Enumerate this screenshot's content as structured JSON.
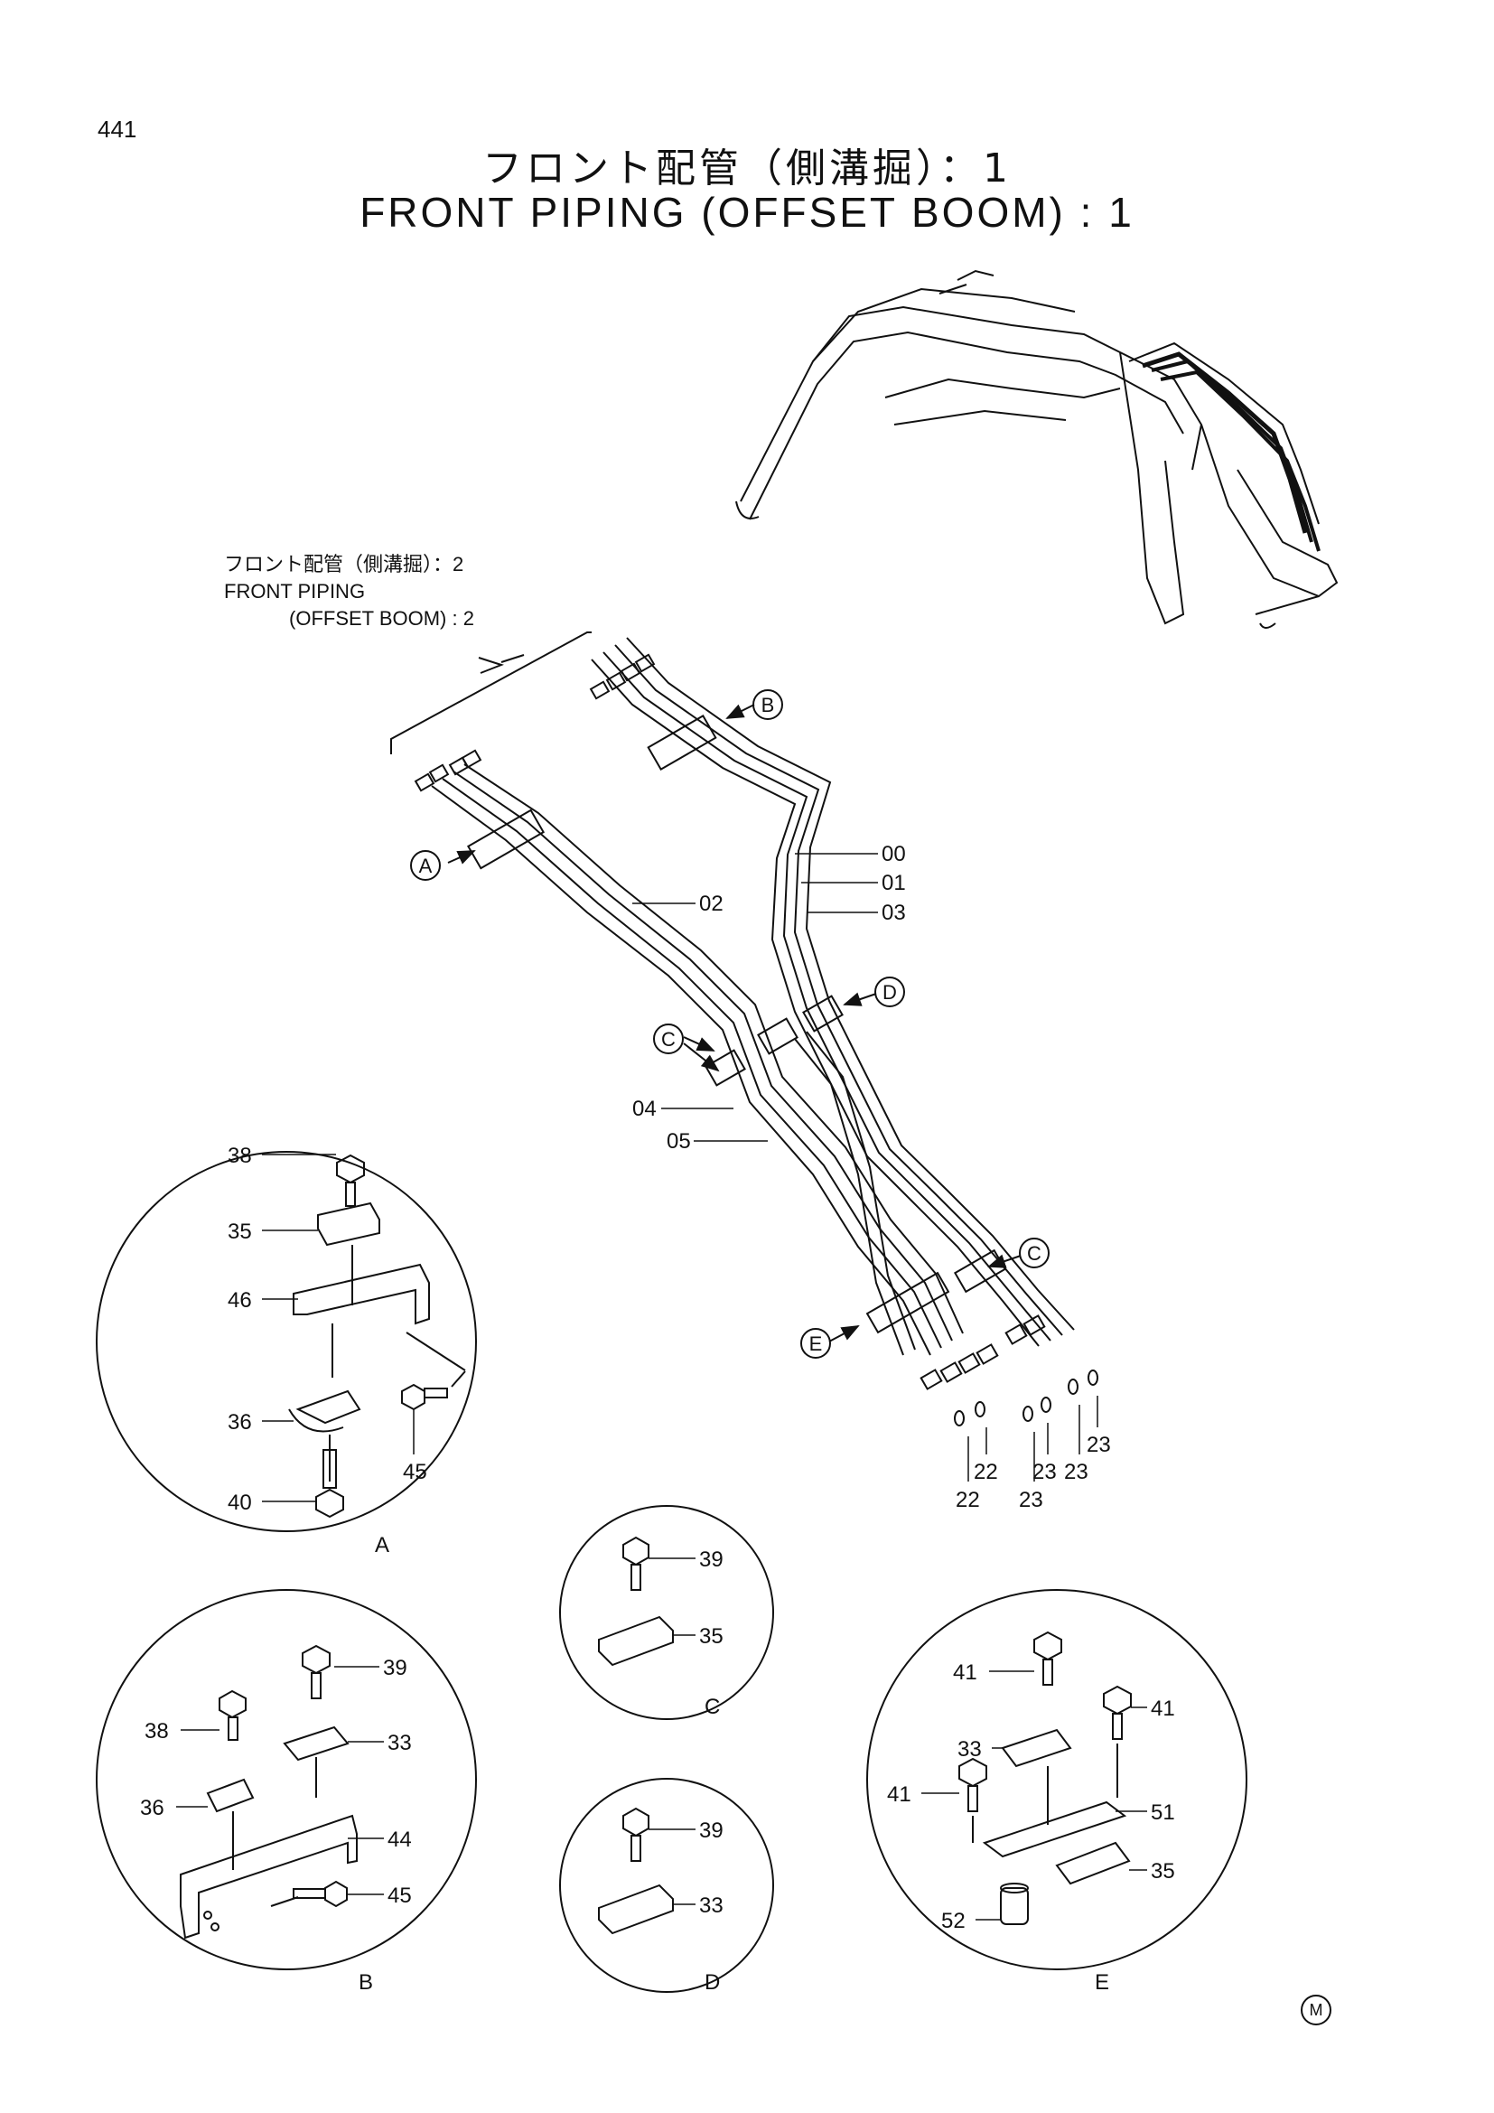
{
  "page_number": "441",
  "title_jp": "フロント配管（側溝掘）：1",
  "title_en": "FRONT PIPING (OFFSET BOOM) : 1",
  "reference": {
    "jp": "フロント配管（側溝掘）：2",
    "en_line1": "FRONT PIPING",
    "en_line2": "(OFFSET BOOM) : 2"
  },
  "callouts": {
    "A": "A",
    "B": "B",
    "C": "C",
    "D": "D",
    "E": "E"
  },
  "pipe_labels": {
    "p00": "00",
    "p01": "01",
    "p02": "02",
    "p03": "03",
    "p04": "04",
    "p05": "05"
  },
  "oring_labels": {
    "l22a": "22",
    "l22b": "22",
    "l23a": "23",
    "l23b": "23",
    "l23c": "23",
    "l23d": "23"
  },
  "detail_A": {
    "label": "A",
    "parts": {
      "p38": "38",
      "p35": "35",
      "p46": "46",
      "p36": "36",
      "p40": "40",
      "p45": "45"
    }
  },
  "detail_B": {
    "label": "B",
    "parts": {
      "p39": "39",
      "p38": "38",
      "p33": "33",
      "p36": "36",
      "p44": "44",
      "p45": "45"
    }
  },
  "detail_C": {
    "label": "C",
    "parts": {
      "p39": "39",
      "p35": "35"
    }
  },
  "detail_D": {
    "label": "D",
    "parts": {
      "p39": "39",
      "p33": "33"
    }
  },
  "detail_E": {
    "label": "E",
    "parts": {
      "p41a": "41",
      "p41b": "41",
      "p41c": "41",
      "p33": "33",
      "p51": "51",
      "p35": "35",
      "p52": "52"
    }
  },
  "mark": "M"
}
